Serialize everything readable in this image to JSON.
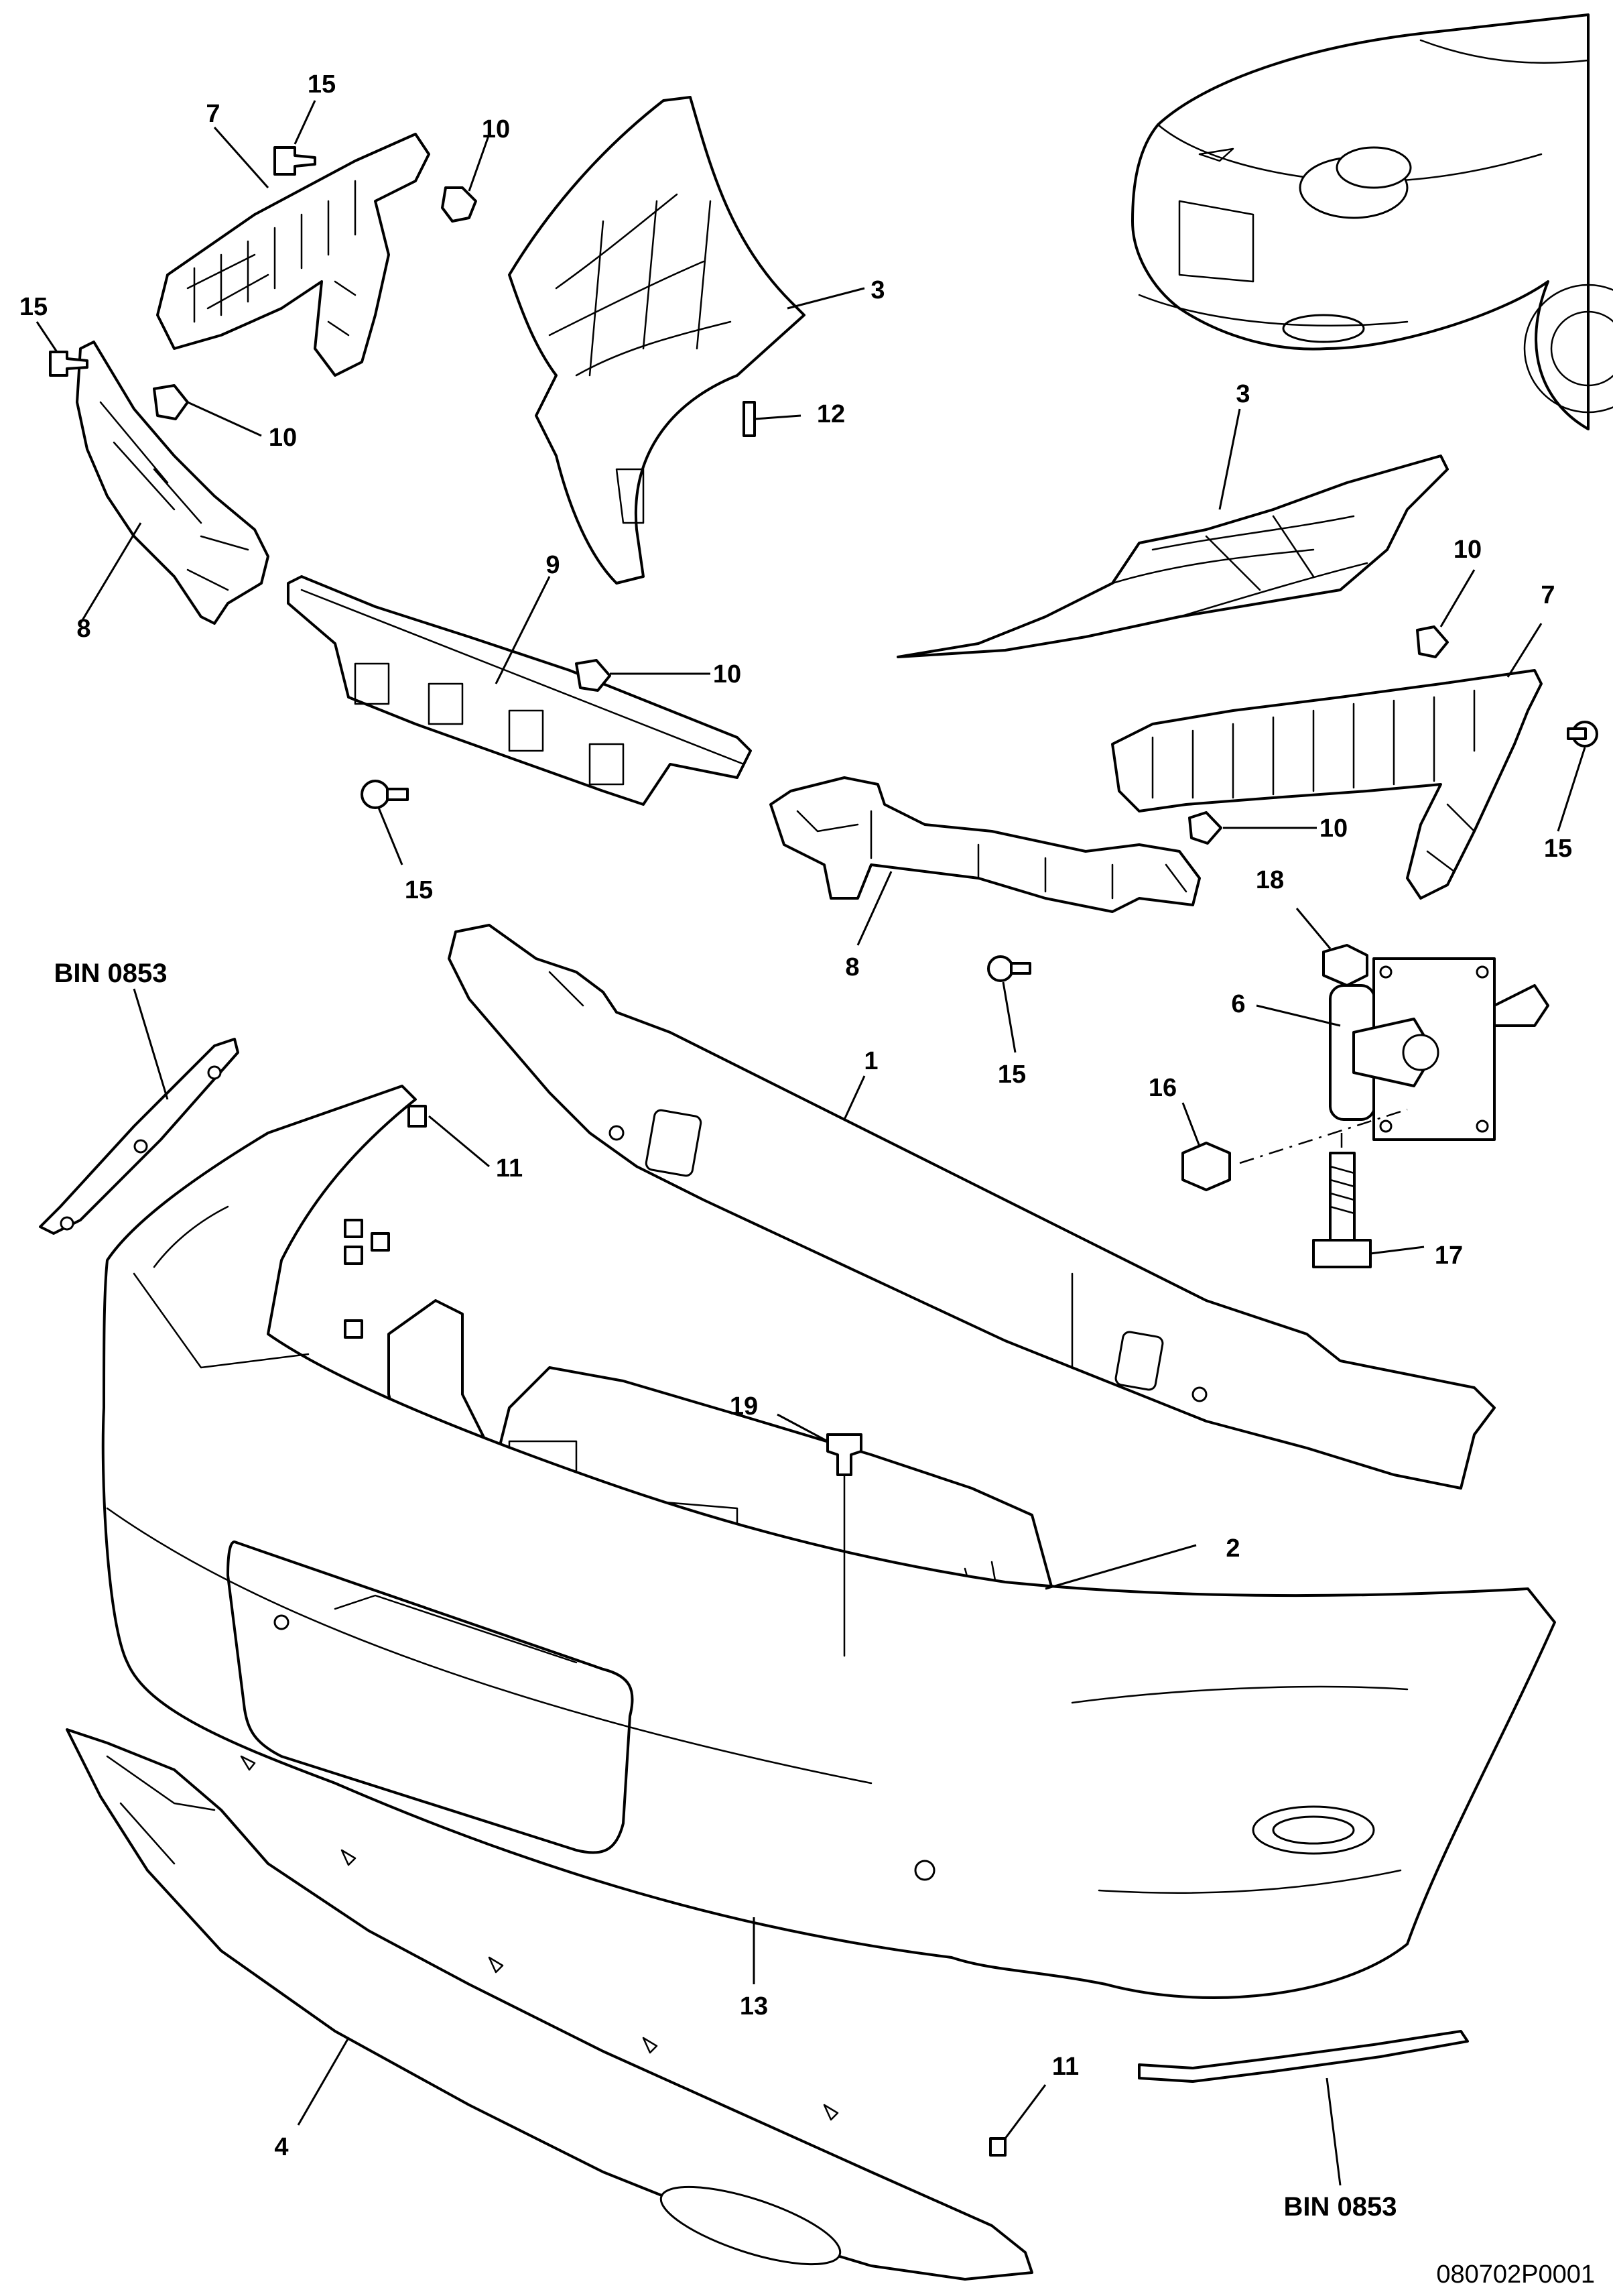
{
  "diagram_id": "080702P0001",
  "callouts": {
    "c1": "1",
    "c2": "2",
    "c3a": "3",
    "c3b": "3",
    "c4": "4",
    "c6": "6",
    "c7a": "7",
    "c7b": "7",
    "c8a": "8",
    "c8b": "8",
    "c9": "9",
    "c10a": "10",
    "c10b": "10",
    "c10c": "10",
    "c10d": "10",
    "c10e": "10",
    "c11a": "11",
    "c11b": "11",
    "c12": "12",
    "c13": "13",
    "c15a": "15",
    "c15b": "15",
    "c15c": "15",
    "c15d": "15",
    "c15e": "15",
    "c16": "16",
    "c17": "17",
    "c18": "18",
    "c19": "19"
  },
  "references": {
    "bin_top": "BIN 0853",
    "bin_bottom": "BIN 0853"
  }
}
